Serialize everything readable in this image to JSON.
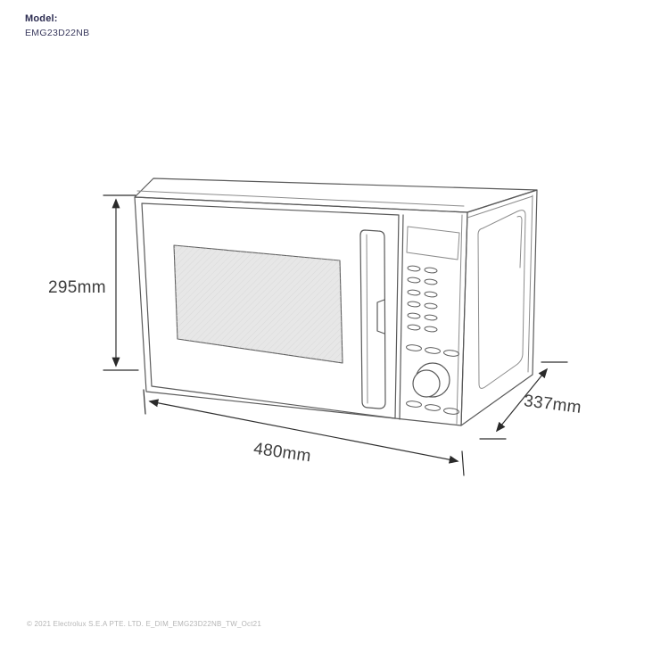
{
  "header": {
    "model_label": "Model:",
    "model_number": "EMG23D22NB"
  },
  "dimensions": {
    "height_label": "295mm",
    "width_label": "480mm",
    "depth_label": "337mm"
  },
  "diagram": {
    "subject": "Microwave oven line drawing, three-quarter front-right view",
    "parts": [
      "door with shaded viewing window",
      "vertical door handle",
      "control panel display",
      "two columns of six pill buttons",
      "row of three pill buttons",
      "rotary knob",
      "bottom row of three pill buttons",
      "recessed side panel"
    ]
  },
  "footer": {
    "copyright_text": "© 2021 Electrolux S.E.A PTE. LTD. E_DIM_EMG23D22NB_TW_Oct21"
  },
  "colors": {
    "background": "#ffffff",
    "line_work": "#5a5a5a",
    "dimension_lines": "#2f2f2f",
    "dimension_text": "#3d3d3d",
    "model_text": "#2d2d52",
    "footer_text": "#b5b5b5",
    "window_fill": "#e7e7e7"
  }
}
